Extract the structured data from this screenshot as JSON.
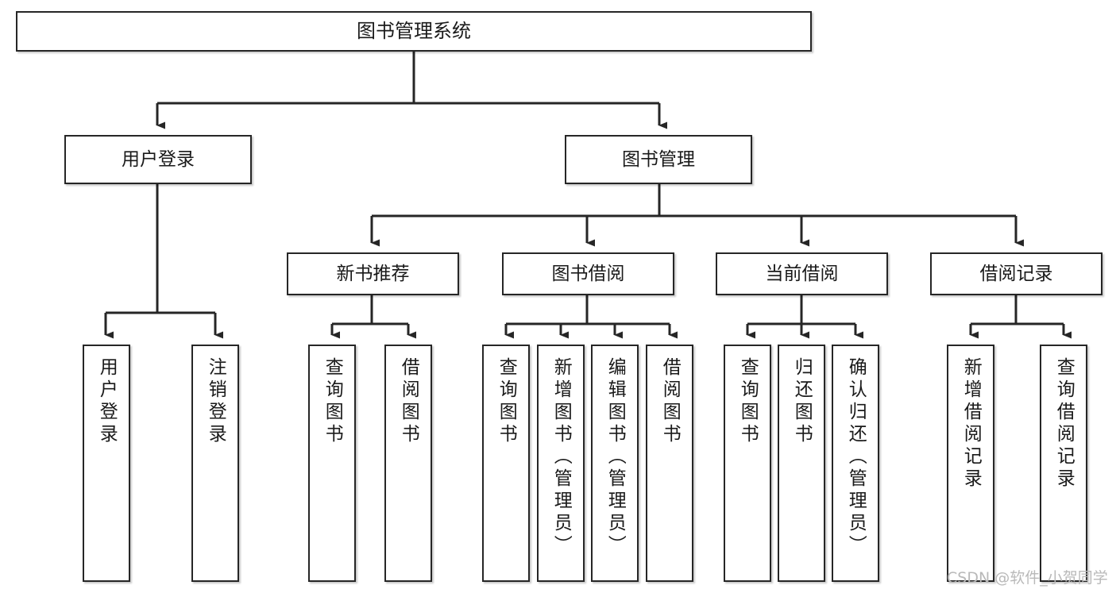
{
  "diagram": {
    "title": "图书管理系统",
    "type": "hierarchy-tree",
    "levels": 4,
    "root": {
      "id": "root",
      "label": "图书管理系统"
    },
    "level2": [
      {
        "id": "user-login",
        "label": "用户登录"
      },
      {
        "id": "book-management",
        "label": "图书管理"
      }
    ],
    "level3": [
      {
        "id": "new-book-recommend",
        "label": "新书推荐",
        "parent": "book-management"
      },
      {
        "id": "book-borrow",
        "label": "图书借阅",
        "parent": "book-management"
      },
      {
        "id": "current-borrow",
        "label": "当前借阅",
        "parent": "book-management"
      },
      {
        "id": "borrow-record",
        "label": "借阅记录",
        "parent": "book-management"
      }
    ],
    "leaves": [
      {
        "id": "leaf-user-login",
        "label": "用户登录",
        "parent": "user-login"
      },
      {
        "id": "leaf-logout",
        "label": "注销登录",
        "parent": "user-login"
      },
      {
        "id": "leaf-query-book-1",
        "label": "查询图书",
        "parent": "new-book-recommend"
      },
      {
        "id": "leaf-borrow-book-1",
        "label": "借阅图书",
        "parent": "new-book-recommend"
      },
      {
        "id": "leaf-query-book-2",
        "label": "查询图书",
        "parent": "book-borrow"
      },
      {
        "id": "leaf-add-book",
        "label": "新增图书（管理员）",
        "parent": "book-borrow"
      },
      {
        "id": "leaf-edit-book",
        "label": "编辑图书（管理员）",
        "parent": "book-borrow"
      },
      {
        "id": "leaf-borrow-book-2",
        "label": "借阅图书",
        "parent": "book-borrow"
      },
      {
        "id": "leaf-query-book-3",
        "label": "查询图书",
        "parent": "current-borrow"
      },
      {
        "id": "leaf-return-book",
        "label": "归还图书",
        "parent": "current-borrow"
      },
      {
        "id": "leaf-confirm-return",
        "label": "确认归还（管理员）",
        "parent": "current-borrow"
      },
      {
        "id": "leaf-add-record",
        "label": "新增借阅记录",
        "parent": "borrow-record"
      },
      {
        "id": "leaf-query-record",
        "label": "查询借阅记录",
        "parent": "borrow-record"
      }
    ]
  },
  "watermark": {
    "text": "CSDN @软件_小贺同学"
  },
  "colors": {
    "border": "#262626",
    "text": "#1a1a1a",
    "background": "#ffffff",
    "watermark": "#b9b9b9"
  }
}
